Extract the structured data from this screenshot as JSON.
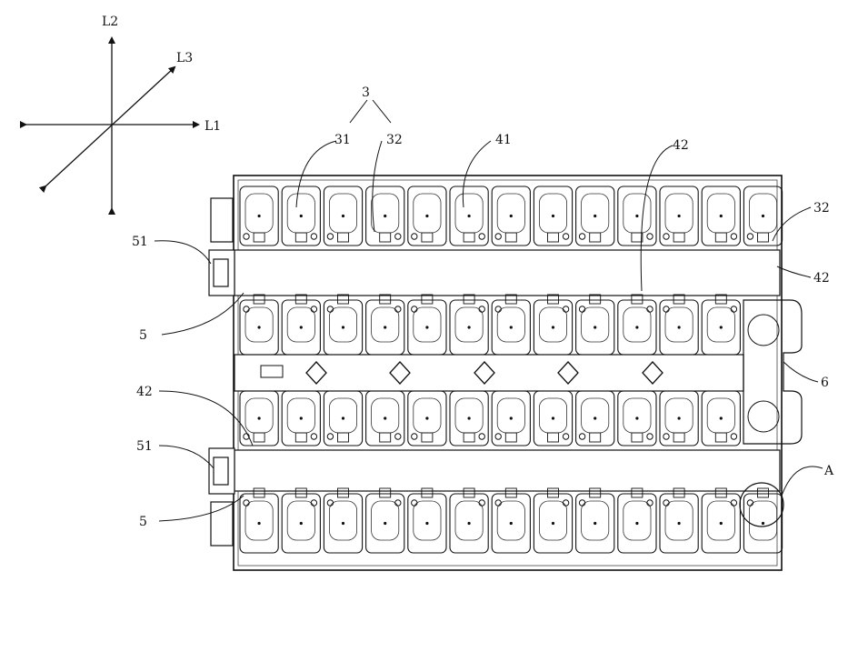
{
  "axes": {
    "l1": "L1",
    "l2": "L2",
    "l3": "L3"
  },
  "callouts": {
    "group": "3",
    "c31": "31",
    "c32_top": "32",
    "c41": "41",
    "c42_top": "42",
    "c32_right": "32",
    "c42_right": "42",
    "c51_upper": "51",
    "c5_upper": "5",
    "c6": "6",
    "c42_left": "42",
    "c51_lower": "51",
    "cA": "A",
    "c5_lower": "5"
  },
  "pack": {
    "rows_of_cells": 4,
    "cells_per_row": 13
  }
}
